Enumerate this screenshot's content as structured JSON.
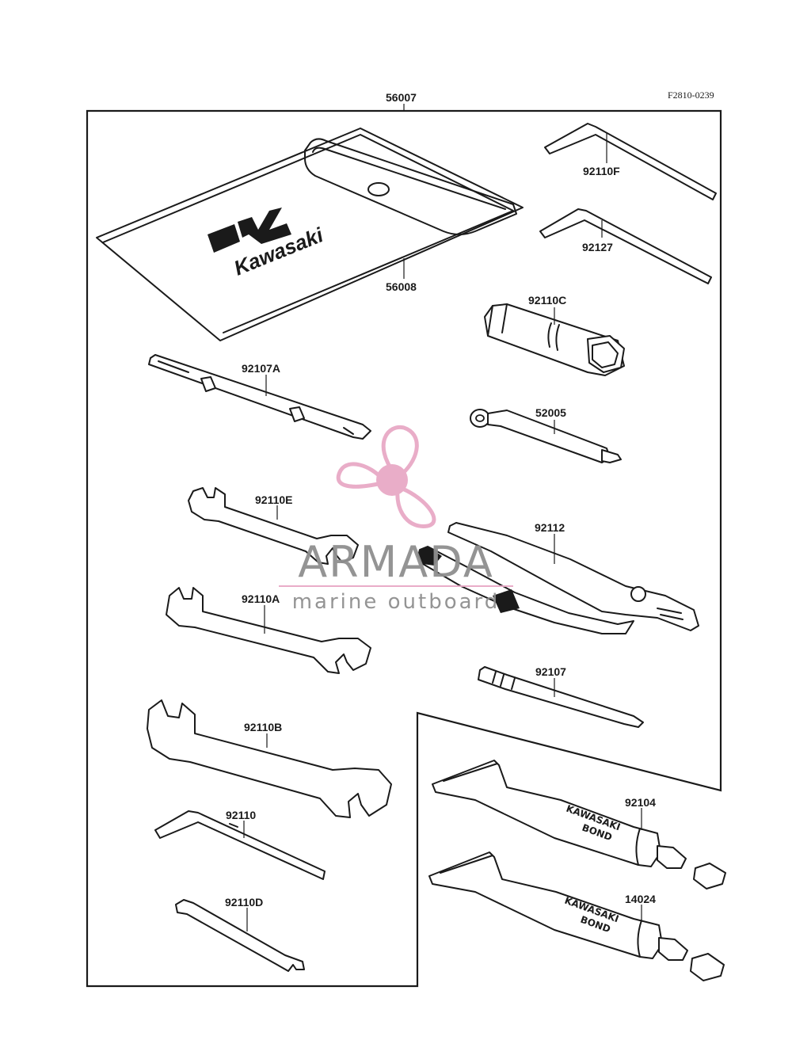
{
  "diagram": {
    "reference_code": "F2810-0239",
    "kit_label": "56007",
    "pouch": {
      "label": "56008",
      "logo_text": "Kawasaki"
    },
    "parts": {
      "hex_key_long": "92110F",
      "hex_key_medium": "92127",
      "spark_plug_wrench": "92110C",
      "screwdriver_handle": "52005",
      "screwdriver_double": "92107A",
      "wrench_small": "92110E",
      "pliers": "92112",
      "wrench_medium": "92110A",
      "screwdriver_bit": "92107",
      "wrench_large": "92110B",
      "bond_tube_upper": "92104",
      "hex_key_short": "92110",
      "bond_tube_lower": "14024",
      "pin_spanner": "92110D"
    },
    "tube_text": {
      "line1": "KAWASAKI",
      "line2": "BOND"
    }
  },
  "watermark": {
    "brand": "ARMADA",
    "tagline": "marine outboard",
    "color": "#e8a9c6",
    "text_color": "#8f8f8f"
  }
}
